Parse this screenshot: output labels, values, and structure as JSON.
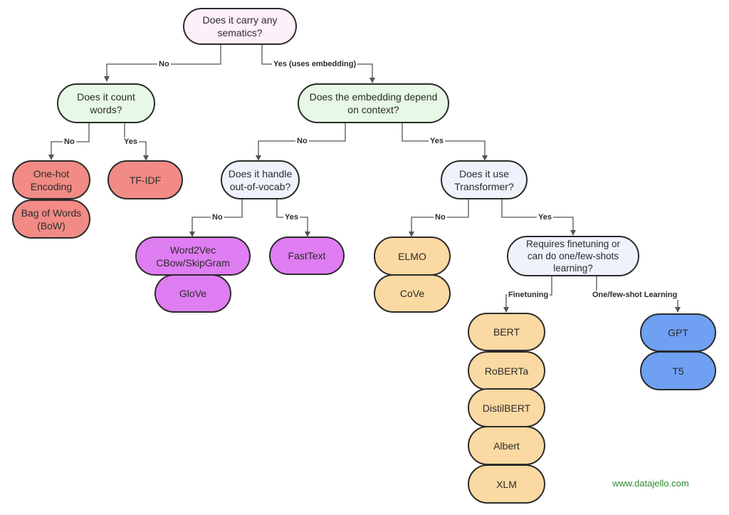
{
  "colors": {
    "question_fill": "#fdf0fa",
    "question_green": "#e7f8e6",
    "question_blue": "#eef2fb",
    "red": "#f28b85",
    "purple": "#df7df2",
    "orange": "#fbd9a2",
    "blue": "#6fa0f2",
    "line": "#555555",
    "credit": "#2e8b2e"
  },
  "questions": {
    "semantics": "Does it carry any\nsematics?",
    "count_words": "Does it count\nwords?",
    "context": "Does the embedding depend\non context?",
    "oov": "Does it handle\nout-of-vocab?",
    "transformer": "Does it use\nTransformer?",
    "finetuning": "Requires finetuning or\ncan do one/few-shots\nlearning?"
  },
  "answers": {
    "onehot": "One-hot\nEncoding",
    "bow": "Bag of Words\n(BoW)",
    "tfidf": "TF-IDF",
    "word2vec": "Word2Vec\nCBow/SkipGram",
    "glove": "GloVe",
    "fasttext": "FastText",
    "elmo": "ELMO",
    "cove": "CoVe",
    "bert": "BERT",
    "roberta": "RoBERTa",
    "distilbert": "DistilBERT",
    "albert": "Albert",
    "xlm": "XLM",
    "gpt": "GPT",
    "t5": "T5"
  },
  "edge_labels": {
    "no_1": "No",
    "yes_embedding": "Yes (uses embedding)",
    "no_2": "No",
    "yes_2": "Yes",
    "no_3": "No",
    "yes_3": "Yes",
    "no_4": "No",
    "yes_4": "Yes",
    "no_5": "No",
    "yes_5": "Yes",
    "finetuning": "Finetuning",
    "oneshot": "One/few-shot  Learning"
  },
  "credit": "www.datajello.com"
}
